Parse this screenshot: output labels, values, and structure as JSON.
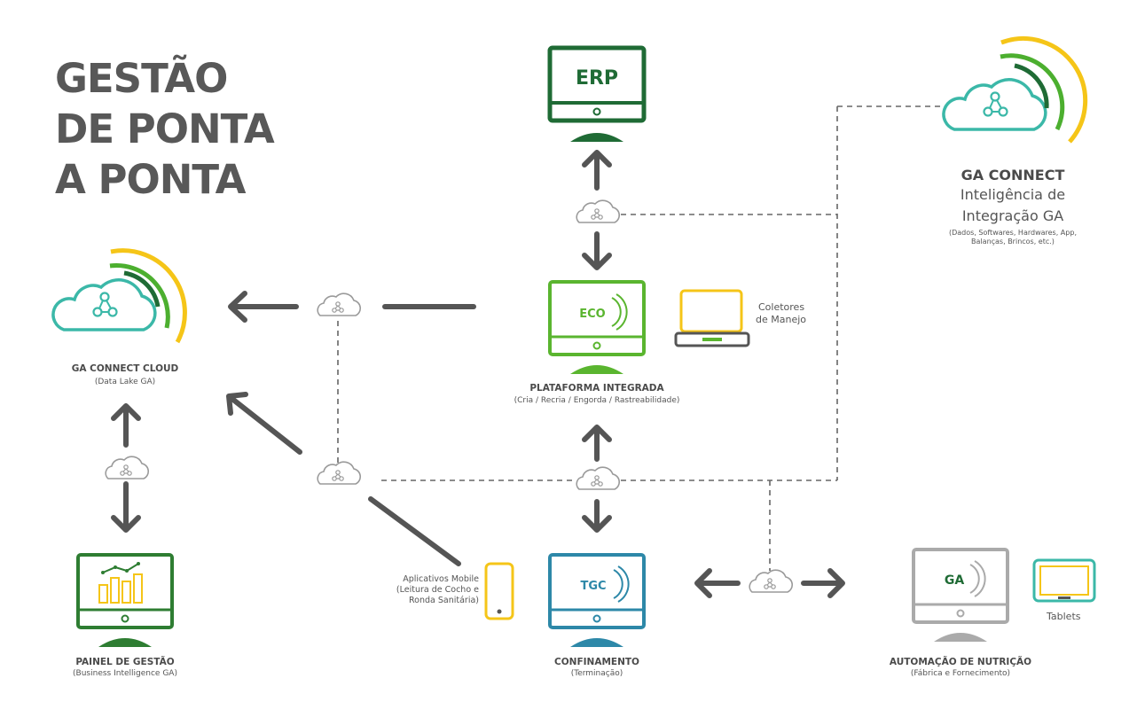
{
  "headline": [
    "GESTÃO",
    "DE PONTA",
    "A PONTA"
  ],
  "nodes": {
    "erp": {
      "label": "ERP"
    },
    "eco": {
      "label": "ECO",
      "title": "PLATAFORMA INTEGRADA",
      "subtitle": "(Cria / Recria / Engorda / Rastreabilidade)"
    },
    "tgc": {
      "label": "TGC",
      "title": "CONFINAMENTO",
      "subtitle": "(Terminação)"
    },
    "ga_monitor": {
      "label": "GA",
      "title": "AUTOMAÇÃO DE  NUTRIÇÃO",
      "subtitle": "(Fábrica e Fornecimento)"
    },
    "painel": {
      "title": "PAINEL DE GESTÃO",
      "subtitle": "(Business Intelligence GA)"
    },
    "cloud_left": {
      "title": "GA CONNECT CLOUD",
      "subtitle": "(Data Lake GA)"
    },
    "ga_connect": {
      "title": "GA CONNECT",
      "line1": "Inteligência de",
      "line2": "Integração GA",
      "note1": "(Dados, Softwares, Hardwares, App,",
      "note2": "Balanças, Brincos, etc.)"
    },
    "coletores": {
      "line1": "Coletores",
      "line2": "de Manejo"
    },
    "aplicativos": {
      "line1": "Aplicativos Mobile",
      "line2": "(Leitura de Cocho e",
      "line3": "Ronda Sanitária)"
    },
    "tablets": {
      "label": "Tablets"
    }
  },
  "colors": {
    "dark_gray": "#585858",
    "arrow": "#555555",
    "cloud_gray": "#9a9a9a",
    "erp_green": "#1f6b35",
    "eco_green": "#5ab52f",
    "tgc_blue": "#2d88a8",
    "ga_gray": "#aaaaaa",
    "painel_green": "#2e7d32",
    "bar_yellow": "#f5c518",
    "teal": "#3bb8a8",
    "arc_yellow": "#f5c518",
    "arc_green": "#4caf2f",
    "arc_dark": "#1f6b35"
  },
  "icons": {
    "erp_monitor": "monitor-icon",
    "eco_monitor": "monitor-icon",
    "tgc_monitor": "monitor-icon",
    "ga_monitor": "monitor-icon",
    "painel_monitor": "monitor-icon",
    "cloud": "cloud-network-icon",
    "laptop": "laptop-icon",
    "phone": "smartphone-icon",
    "tablet": "tablet-icon"
  }
}
